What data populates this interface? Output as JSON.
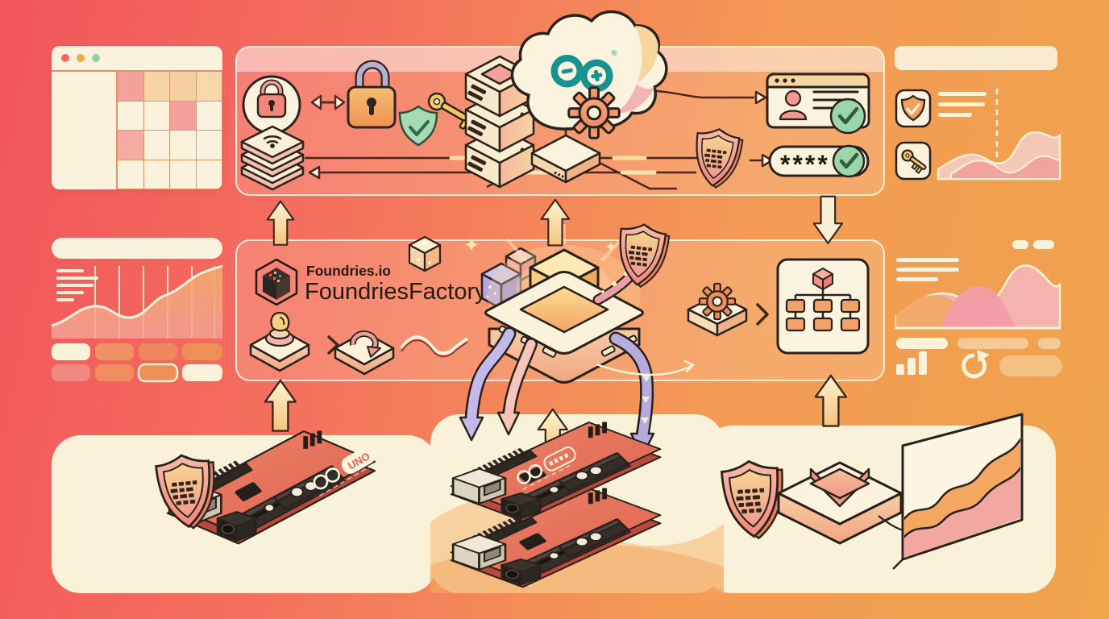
{
  "branding": {
    "product_small": "Foundries.io",
    "product_large": "FoundriesFactory",
    "board_label": "UNO",
    "cloud_logo": "arduino-infinity-logo"
  },
  "security": {
    "password_mask": "****"
  },
  "palette": {
    "bg_left": "#f2545c",
    "bg_right": "#f0a44c",
    "cream": "#faf1d9",
    "outline": "#2b211c",
    "pink_accent": "#f2998f",
    "orange_accent": "#f2a368",
    "teal_logo": "#17928e",
    "green_check": "#9cd5a9",
    "purple_accent": "#bcb2e6",
    "key_yellow": "#f2c463"
  },
  "regions": {
    "top_left_card": {
      "type": "calendar-window",
      "traffic_lights": [
        "red",
        "orange",
        "green"
      ]
    },
    "top_panel": {
      "icons": [
        "padlock-circle-icon",
        "double-arrow-icon",
        "padlock-shield-key-icon",
        "wifi-stack-icon",
        "server-stack-icon",
        "arduino-cloud-icon",
        "gear-icon",
        "gateway-device-icon",
        "id-card-icon",
        "check-circle-icon",
        "circuit-shield-icon",
        "password-field"
      ]
    },
    "top_right_widget": {
      "icons": [
        "shield-check-icon",
        "key-icon"
      ],
      "chart": "area-sparkline",
      "divider": "dashed-vertical"
    },
    "left_dashboard": {
      "chart": "area-chart",
      "tile_rows": 2,
      "tiles_per_row": 4
    },
    "middle_panel": {
      "icons": [
        "package-cube-icon",
        "foundries-logo-cube",
        "container-cubes-icon",
        "artifact-cube-icon",
        "build-platform-icon",
        "circuit-shield-icon",
        "gear-device-icon",
        "chevron-icon",
        "fleet-hierarchy-icon",
        "fingerprint-pad-icon",
        "rollback-pad-icon"
      ]
    },
    "right_dashboard": {
      "icons": [
        "bar-chart-icon",
        "refresh-icon"
      ],
      "chart": "area-chart"
    },
    "bottom_band": {
      "items": [
        "arduino-uno-board",
        "circuit-shield-icon",
        "stacked-arduino-boards",
        "update-arrows",
        "secure-module-pad",
        "wave-chart-billboard"
      ]
    }
  }
}
